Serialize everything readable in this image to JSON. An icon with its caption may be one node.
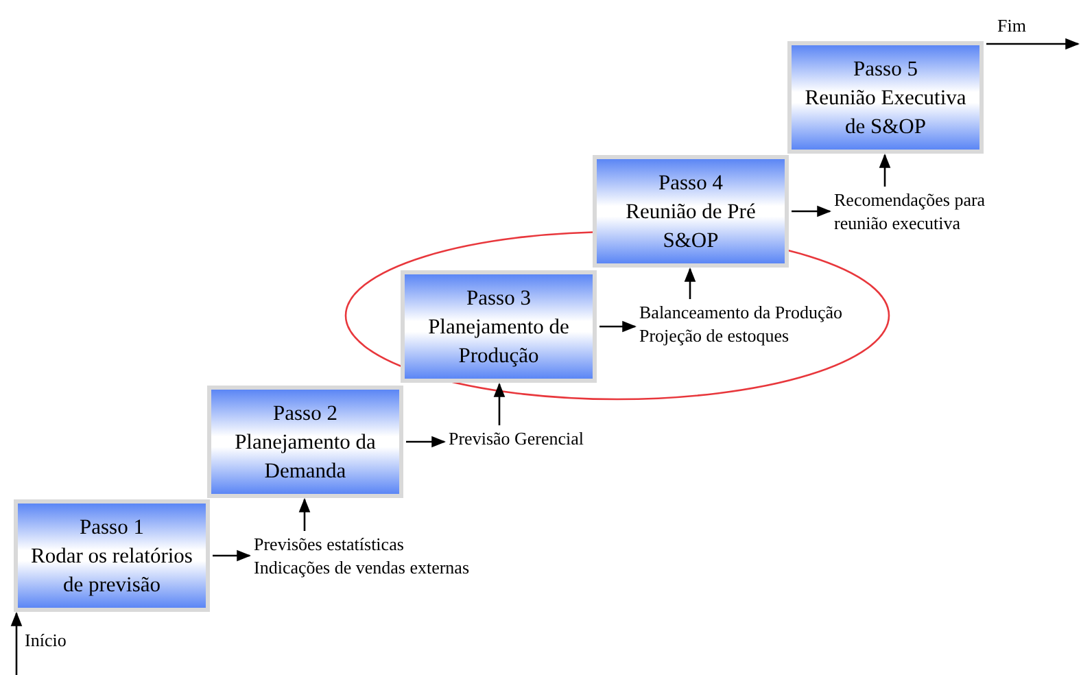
{
  "diagram": {
    "nodes": [
      {
        "text": [
          "Passo 1",
          "Rodar os relatórios de previsão"
        ]
      },
      {
        "text": [
          "Passo 2",
          "Planejamento da Demanda"
        ]
      },
      {
        "text": [
          "Passo 3",
          "Planejamento de Produção"
        ]
      },
      {
        "text": [
          "Passo 4",
          "Reunião de Pré S&OP"
        ]
      },
      {
        "text": [
          "Passo 5",
          "Reunião Executiva de S&OP"
        ]
      },
      {
        "text": [
          "Previsões estatísticas",
          "Indicações de vendas externas"
        ]
      },
      {
        "text": [
          "Previsão Gerencial"
        ]
      },
      {
        "text": [
          "Balanceamento da Produção",
          "Projeção de estoques"
        ]
      },
      {
        "text": [
          "Recomendações para reunião executiva"
        ]
      }
    ],
    "edges": [
      {
        "from": null,
        "to": 0,
        "arrow": "to",
        "label": "Início"
      },
      {
        "from": 0,
        "to": 5,
        "arrow": "to"
      },
      {
        "from": 5,
        "to": 1,
        "arrow": "to"
      },
      {
        "from": 1,
        "to": 6,
        "arrow": "to"
      },
      {
        "from": 6,
        "to": 2,
        "arrow": "to"
      },
      {
        "from": 2,
        "to": 7,
        "arrow": "to"
      },
      {
        "from": 7,
        "to": 3,
        "arrow": "to"
      },
      {
        "from": 3,
        "to": 8,
        "arrow": "to"
      },
      {
        "from": 8,
        "to": 4,
        "arrow": "to"
      },
      {
        "from": 4,
        "to": null,
        "arrow": "to",
        "label": "Fim"
      }
    ]
  }
}
